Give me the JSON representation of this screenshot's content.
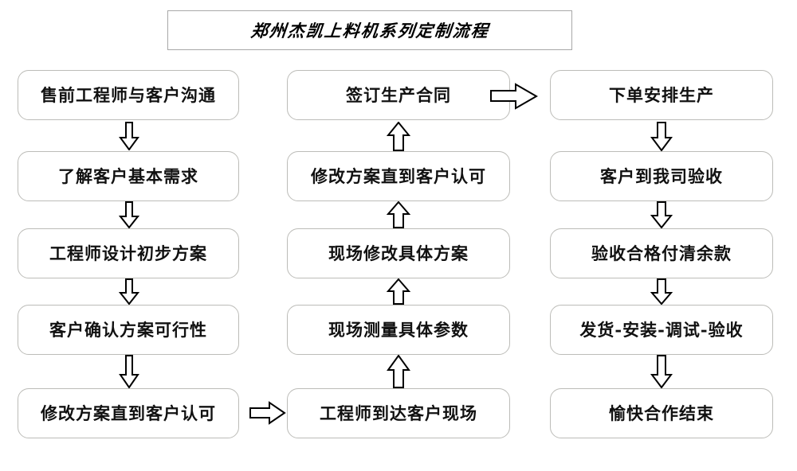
{
  "title": {
    "text": "郑州杰凯上料机系列定制流程"
  },
  "columns": [
    {
      "name": "column-1",
      "direction": "down",
      "nodes": [
        {
          "label": "售前工程师与客户沟通"
        },
        {
          "label": "了解客户基本需求"
        },
        {
          "label": "工程师设计初步方案"
        },
        {
          "label": "客户确认方案可行性"
        },
        {
          "label": "修改方案直到客户认可"
        }
      ]
    },
    {
      "name": "column-2",
      "direction": "up",
      "nodes": [
        {
          "label": "签订生产合同"
        },
        {
          "label": "修改方案直到客户认可"
        },
        {
          "label": "现场修改具体方案"
        },
        {
          "label": "现场测量具体参数"
        },
        {
          "label": "工程师到达客户现场"
        }
      ]
    },
    {
      "name": "column-3",
      "direction": "down",
      "nodes": [
        {
          "label": "下单安排生产"
        },
        {
          "label": "客户到我司验收"
        },
        {
          "label": "验收合格付清余款"
        },
        {
          "label": "发货-安装-调试-验收"
        },
        {
          "label": "愉快合作结束"
        }
      ]
    }
  ],
  "connectors": {
    "down_arrow_icon": "arrow-down-icon",
    "up_arrow_icon": "arrow-up-icon",
    "right_arrow_icon": "arrow-right-icon"
  },
  "colors": {
    "box_border": "#bcbcb8",
    "title_border": "#a8a8a8",
    "arrow_stroke": "#000000",
    "background": "#ffffff",
    "text": "#111111"
  }
}
